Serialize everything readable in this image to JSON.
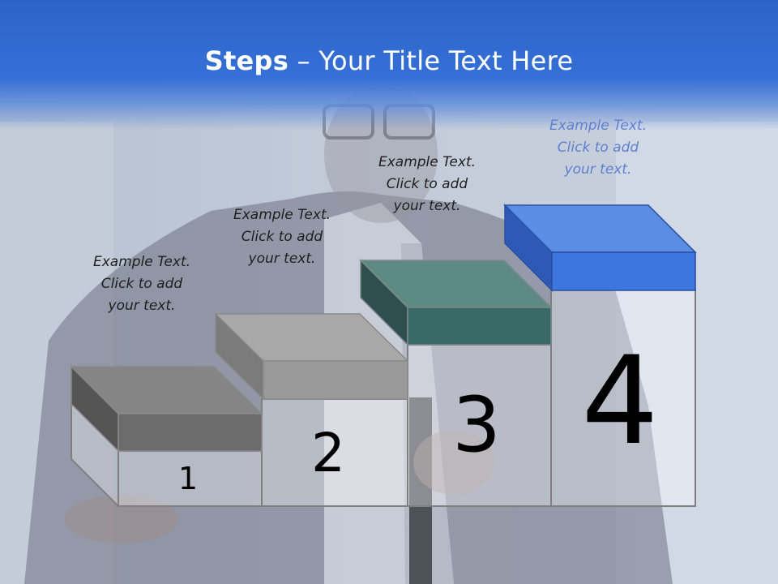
{
  "slide": {
    "title_bold": "Steps",
    "title_rest": " – Your Title Text Here"
  },
  "steps": [
    {
      "number": "1",
      "caption": [
        "Example Text.",
        "Click  to add",
        "your text."
      ],
      "color": "#6f6f6f"
    },
    {
      "number": "2",
      "caption": [
        "Example Text.",
        "Click  to add",
        "your text."
      ],
      "color": "#9a9a9a"
    },
    {
      "number": "3",
      "caption": [
        "Example Text.",
        "Click  to add",
        "your text."
      ],
      "color": "#3c6e6b"
    },
    {
      "number": "4",
      "caption": [
        "Example Text.",
        "Click  to add",
        "your text."
      ],
      "color": "#3b73d9"
    }
  ]
}
